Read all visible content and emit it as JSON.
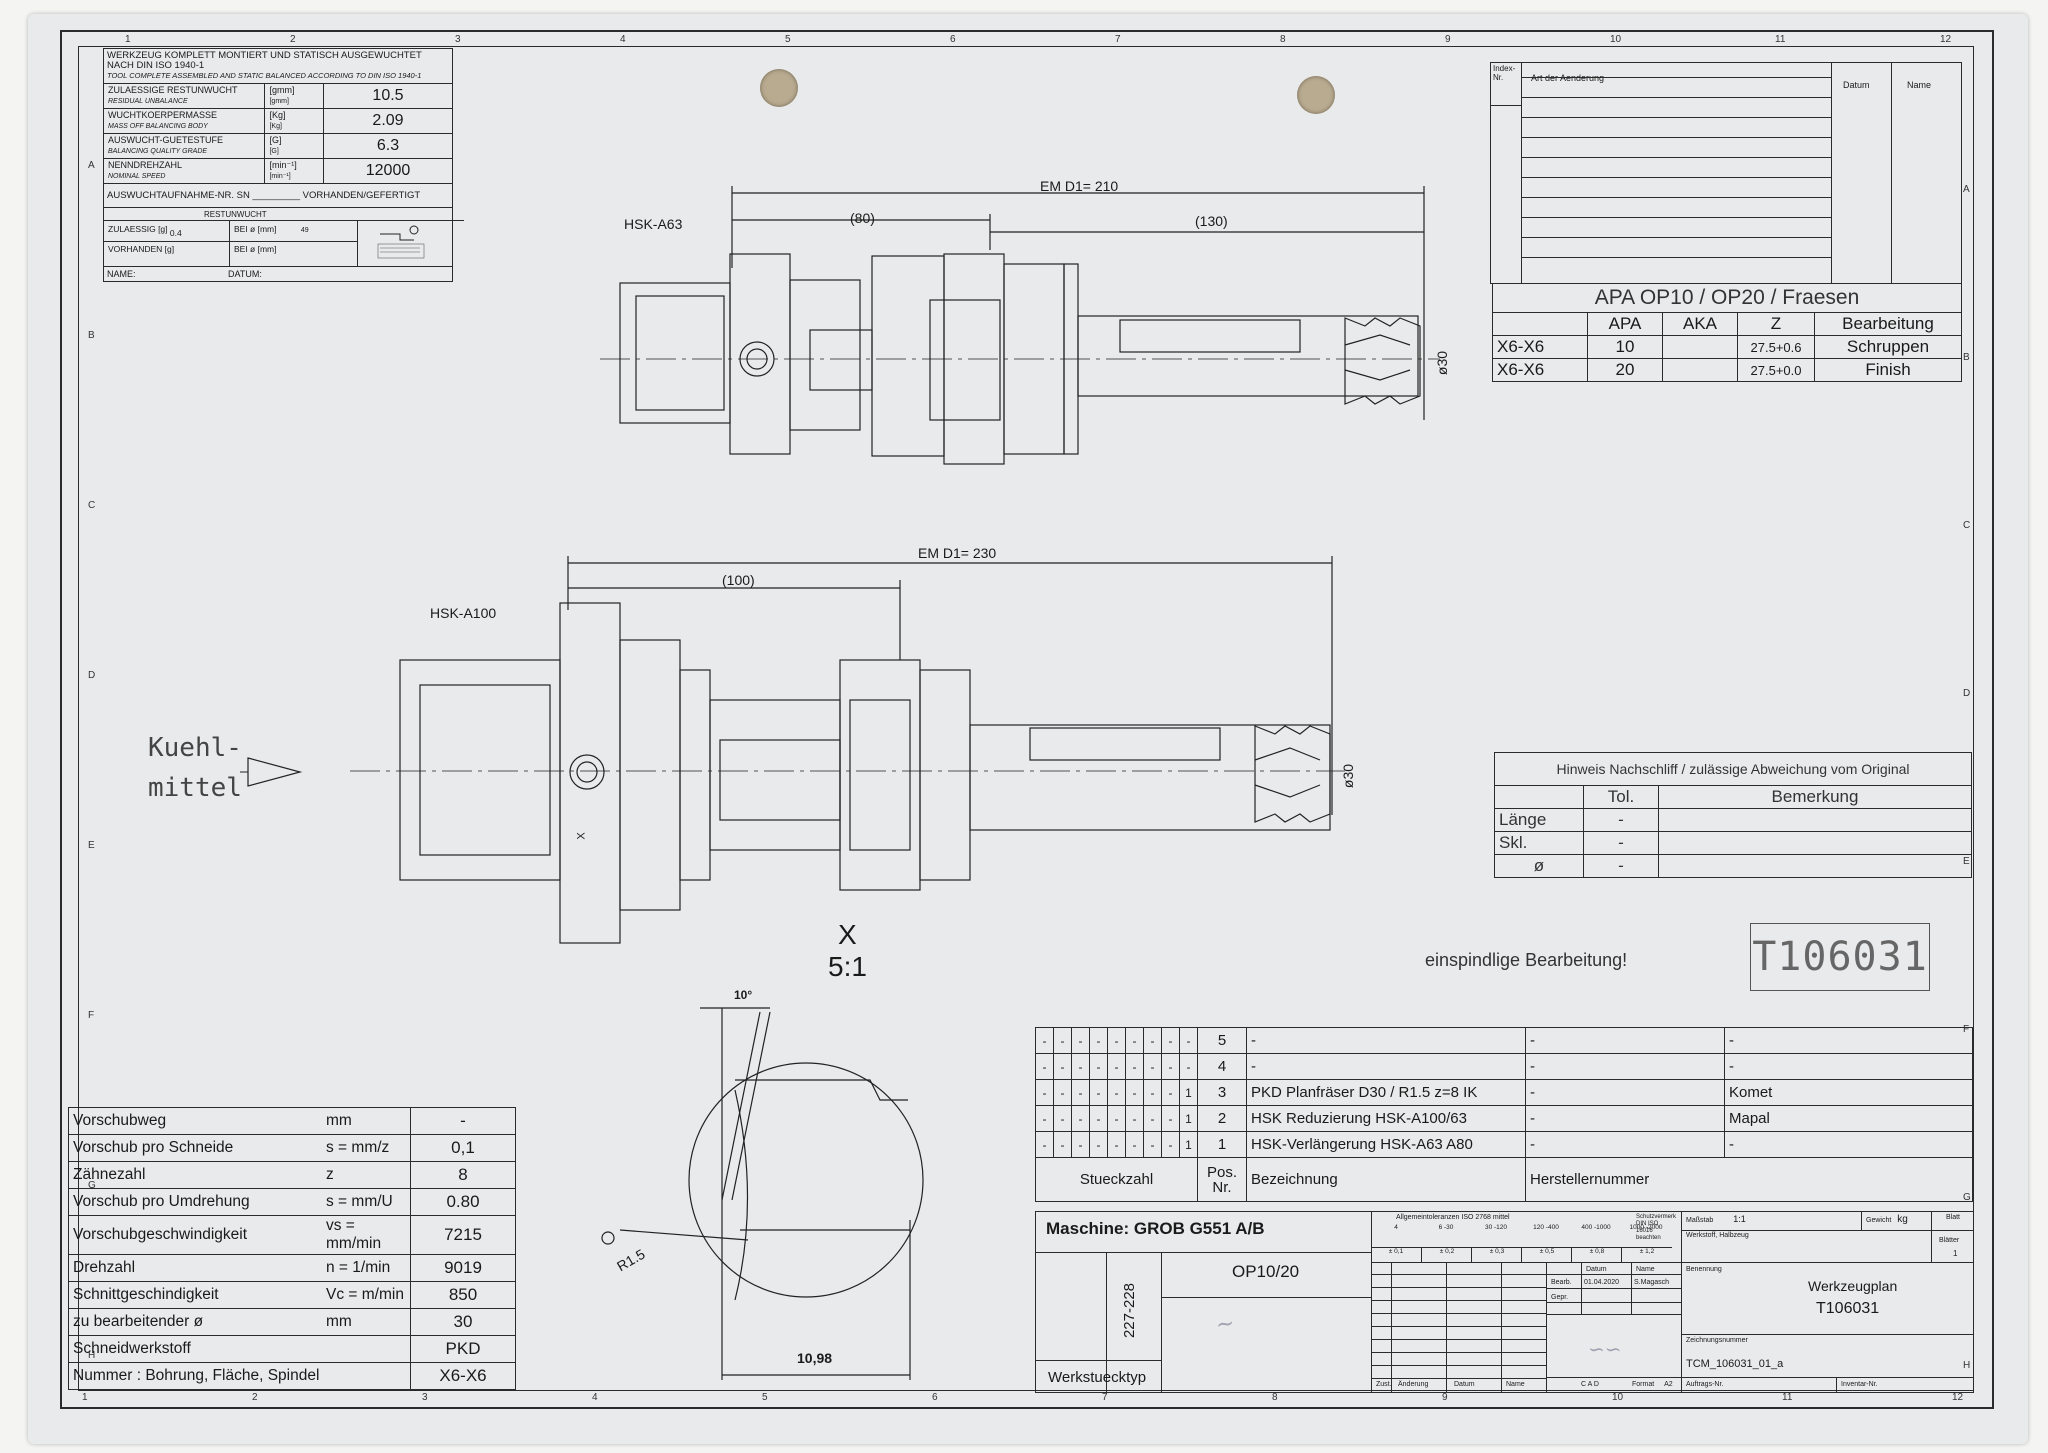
{
  "balance": {
    "header_de": "WERKZEUG KOMPLETT MONTIERT UND STATISCH AUSGEWUCHTET NACH DIN ISO 1940-1",
    "header_en": "TOOL COMPLETE ASSEMBLED AND STATIC BALANCED ACCORDING TO DIN ISO 1940-1",
    "rows": [
      {
        "de": "ZULAESSIGE RESTUNWUCHT",
        "en": "RESIDUAL UNBALANCE",
        "unit": "[gmm]",
        "unit2": "[gmm]",
        "value": "10.5"
      },
      {
        "de": "WUCHTKOERPERMASSE",
        "en": "MASS OFF BALANCING BODY",
        "unit": "[Kg]",
        "unit2": "[Kg]",
        "value": "2.09"
      },
      {
        "de": "AUSWUCHT-GUETESTUFE",
        "en": "BALANCING QUALITY GRADE",
        "unit": "[G]",
        "unit2": "[G]",
        "value": "6.3"
      },
      {
        "de": "NENNDREHZAHL",
        "en": "NOMINAL SPEED",
        "unit": "[min⁻¹]",
        "unit2": "[min⁻¹]",
        "value": "12000"
      }
    ],
    "aufnahme": "AUSWUCHTAUFNAHME-NR. SN _________ VORHANDEN/GEFERTIGT",
    "restunwucht": "RESTUNWUCHT",
    "zulaessig": "ZULAESSIG [g]",
    "zulaessig_val": "0.4",
    "vorhanden": "VORHANDEN [g]",
    "bei1": "BEI ø [mm]",
    "bei1_val": "49",
    "bei2": "BEI ø [mm]",
    "name": "NAME:",
    "datum": "DATUM:"
  },
  "revisions": {
    "index": "Index-Nr.",
    "art": "Art der Aenderung",
    "datum": "Datum",
    "name": "Name"
  },
  "apa_table": {
    "title": "APA OP10 / OP20 / Fraesen",
    "headers": [
      "",
      "APA",
      "AKA",
      "Z",
      "Bearbeitung"
    ],
    "rows": [
      [
        "X6-X6",
        "10",
        "",
        "27.5+0.6",
        "Schruppen"
      ],
      [
        "X6-X6",
        "20",
        "",
        "27.5+0.0",
        "Finish"
      ]
    ]
  },
  "drawing": {
    "hsk_a63": "HSK-A63",
    "em1": "EM D1= 210",
    "dim80": "(80)",
    "dim130": "(130)",
    "d30a": "ø30",
    "hsk_a100": "HSK-A100",
    "em2": "EM D1= 230",
    "dim100": "(100)",
    "d30b": "ø30",
    "kuehl1": "Kuehl-",
    "kuehl2": "mittel",
    "x_label": "X",
    "x_scale": "5:1",
    "angle": "10°",
    "radius": "R1.5",
    "width": "10,98",
    "x_mark": "X"
  },
  "regrind": {
    "title": "Hinweis Nachschliff / zulässige Abweichung vom Original",
    "headers": [
      "",
      "Tol.",
      "Bemerkung"
    ],
    "rows": [
      [
        "Länge",
        "-",
        ""
      ],
      [
        "Skl.",
        "-",
        ""
      ],
      [
        "ø",
        "-",
        ""
      ]
    ]
  },
  "note": "einspindlige Bearbeitung!",
  "tool_number": "T106031",
  "cutting_data": [
    {
      "label": "Vorschubweg",
      "formula": "mm",
      "value": "-"
    },
    {
      "label": "Vorschub pro Schneide",
      "formula": "s = mm/z",
      "value": "0,1"
    },
    {
      "label": "Zähnezahl",
      "formula": "z",
      "value": "8"
    },
    {
      "label": "Vorschub pro Umdrehung",
      "formula": "s = mm/U",
      "value": "0.80"
    },
    {
      "label": "Vorschubgeschwindigkeit",
      "formula": "vs = mm/min",
      "value": "7215"
    },
    {
      "label": "Drehzahl",
      "formula": "n = 1/min",
      "value": "9019"
    },
    {
      "label": "Schnittgeschindigkeit",
      "formula": "Vc = m/min",
      "value": "850"
    },
    {
      "label": "zu bearbeitender ø",
      "formula": "mm",
      "value": "30"
    },
    {
      "label": "Schneidwerkstoff",
      "formula": "",
      "value": "PKD"
    },
    {
      "label": "Nummer : Bohrung, Fläche, Spindel",
      "formula": "",
      "value": "X6-X6"
    }
  ],
  "parts": [
    {
      "qty": [
        "-",
        "-",
        "-",
        "-",
        "-",
        "-",
        "-",
        "-",
        "-"
      ],
      "pos": "5",
      "bez": "-",
      "nr": "-",
      "hersteller": "-"
    },
    {
      "qty": [
        "-",
        "-",
        "-",
        "-",
        "-",
        "-",
        "-",
        "-",
        "-"
      ],
      "pos": "4",
      "bez": "-",
      "nr": "-",
      "hersteller": "-"
    },
    {
      "qty": [
        "-",
        "-",
        "-",
        "-",
        "-",
        "-",
        "-",
        "-",
        "1"
      ],
      "pos": "3",
      "bez": "PKD Planfräser D30 / R1.5 z=8 IK",
      "nr": "-",
      "hersteller": "Komet"
    },
    {
      "qty": [
        "-",
        "-",
        "-",
        "-",
        "-",
        "-",
        "-",
        "-",
        "1"
      ],
      "pos": "2",
      "bez": "HSK Reduzierung HSK-A100/63",
      "nr": "-",
      "hersteller": "Mapal"
    },
    {
      "qty": [
        "-",
        "-",
        "-",
        "-",
        "-",
        "-",
        "-",
        "-",
        "1"
      ],
      "pos": "1",
      "bez": "HSK-Verlängerung HSK-A63 A80",
      "nr": "-",
      "hersteller": "-"
    }
  ],
  "parts_header": {
    "stueckzahl": "Stueckzahl",
    "pos": "Pos.",
    "nr": "Nr.",
    "bez": "Bezeichnung",
    "herst": "Herstellernummer"
  },
  "title_block": {
    "maschine": "Maschine:  GROB G551 A/B",
    "op": "OP10/20",
    "werkstueck_nr": "227-228",
    "werkstuecktyp": "Werkstuecktyp",
    "allg_tol": "Allgemeintoleranzen ISO 2768 mittel",
    "tol_ranges": [
      "4",
      "6 -30",
      "30 -120",
      "120 -400",
      "400 -1000",
      "1000 -2000"
    ],
    "tol_values": [
      "± 0,1",
      "± 0,2",
      "± 0,3",
      "± 0,5",
      "± 0,8",
      "± 1,2"
    ],
    "schutz": "Schutzvermerk DIN ISO 16016 beachten",
    "massstab": "Maßstab",
    "massstab_val": "1:1",
    "gewicht": "Gewicht",
    "gewicht_unit": "kg",
    "blatt": "Blatt",
    "blatter": "Blätter",
    "blatter_val": "1",
    "werkstoff": "Werkstoff, Halbzeug",
    "datum": "Datum",
    "name": "Name",
    "bearb": "Bearb.",
    "bearb_datum": "01.04.2020",
    "bearb_name": "S.Magasch",
    "gepr": "Gepr.",
    "benennung": "Benennung",
    "benennung_val1": "Werkzeugplan",
    "benennung_val2": "T106031",
    "zeichnr": "Zeichnungsnummer",
    "zeichnr_val": "TCM_106031_01_a",
    "zust": "Zust.",
    "aenderung": "Änderung",
    "datum2": "Datum",
    "name2": "Name",
    "cad": "C A D",
    "format": "Format",
    "format_val": "A2",
    "auftrag": "Auftrags-Nr.",
    "inventar": "Inventar-Nr."
  },
  "ruler": {
    "top": [
      "1",
      "2",
      "3",
      "4",
      "5",
      "6",
      "7",
      "8",
      "9",
      "10",
      "11",
      "12"
    ],
    "side": [
      "A",
      "B",
      "C",
      "D",
      "E",
      "F",
      "G",
      "H"
    ]
  }
}
